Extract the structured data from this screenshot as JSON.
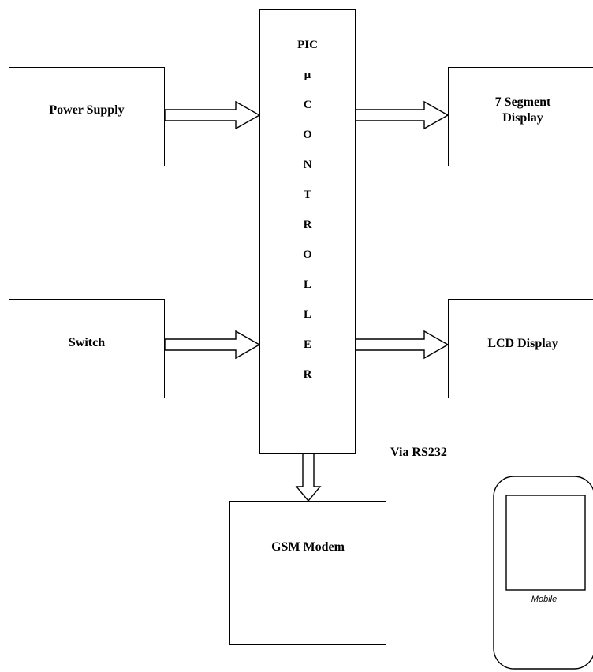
{
  "blocks": {
    "power_supply": "Power Supply",
    "switch": "Switch",
    "segment_display_line1": "7 Segment",
    "segment_display_line2": "Display",
    "lcd_display": "LCD Display",
    "gsm_modem": "GSM Modem",
    "controller_letters": [
      "PIC",
      "µ",
      "C",
      "O",
      "N",
      "T",
      "R",
      "O",
      "L",
      "L",
      "E",
      "R"
    ]
  },
  "link_label": "Via RS232",
  "mobile_label": "Mobile"
}
